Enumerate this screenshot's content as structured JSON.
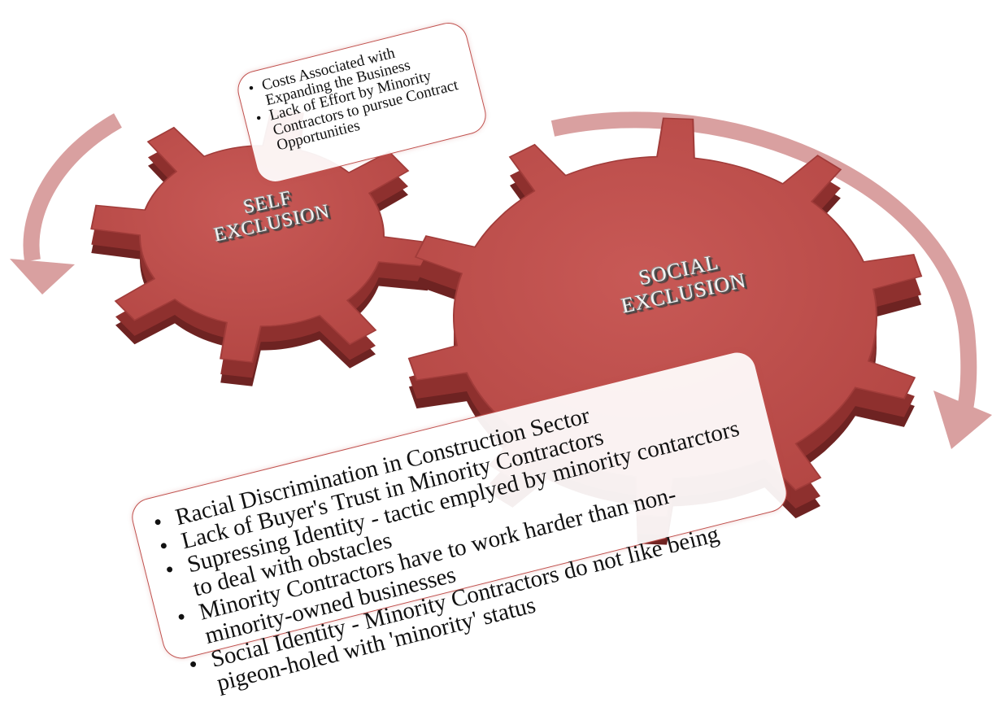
{
  "diagram": {
    "gears": [
      {
        "id": "self",
        "lines": [
          "SELF",
          "EXCLUSION"
        ]
      },
      {
        "id": "social",
        "lines": [
          "SOCIAL",
          "EXCLUSION"
        ]
      }
    ],
    "self_exclusion_factors": [
      "Costs Associated with Expanding the Business",
      "Lack of Effort by Minority Contractors to pursue Contract Opportunities"
    ],
    "social_exclusion_factors": [
      "Racial Discrimination in Construction Sector",
      "Lack of Buyer's Trust in Minority Contractors",
      "Supressing Identity - tactic emplyed by minority contarctors to deal with obstacles",
      "Minority Contractors have to work harder than non-minority-owned businesses",
      "Social Identity - Minority Contractors do not like being pigeon-holed with 'minority' status"
    ],
    "colors": {
      "gear_face": "#bf4f4c",
      "gear_side": "#6e2322",
      "arrow": "#d9a0a0",
      "note_border": "#c0504d"
    }
  }
}
